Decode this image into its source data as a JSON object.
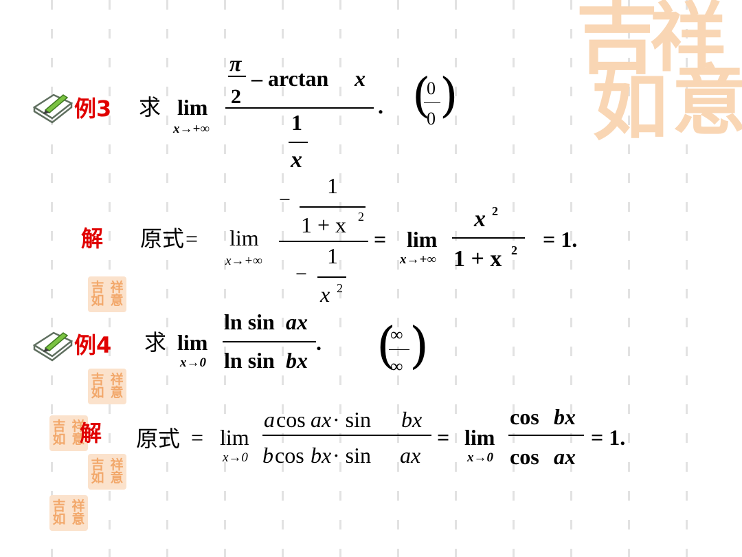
{
  "watermark": {
    "chars": [
      "吉",
      "祥",
      "如",
      "意"
    ]
  },
  "seal": {
    "chars": [
      "吉",
      "祥",
      "如",
      "意"
    ]
  },
  "ex3": {
    "label": "例3",
    "qiu": "求",
    "lim": "lim",
    "sub": "x→+∞",
    "num_pi": "π",
    "num_2": "2",
    "num_rest": "– arctan ",
    "num_x": "x",
    "den_1": "1",
    "den_x": "x",
    "period": ".",
    "type_num": "0",
    "type_den": "0"
  },
  "sol3": {
    "label": "解",
    "yuanshi": "原式",
    "eq": "=",
    "lim": "lim",
    "sub": "x→+∞",
    "minus": "−",
    "inner_num1": "1",
    "inner_den1": "1 + x",
    "sq": "2",
    "inner_num2": "1",
    "inner_den2": "x",
    "eq2": "=",
    "lim2": "lim",
    "sub2": "x→+∞",
    "frac_num": "x",
    "frac_den": "1 + x",
    "result": "= 1."
  },
  "ex4": {
    "label": "例4",
    "qiu": "求",
    "lim": "lim",
    "sub": "x→0",
    "num_a": "ln sin ",
    "num_b": "ax",
    "den_a": "ln sin ",
    "den_b": "bx",
    "period": ".",
    "type_num": "∞",
    "type_den": "∞"
  },
  "sol4": {
    "label": "解",
    "yuanshi": "原式",
    "eq": "=",
    "lim": "lim",
    "sub": "x→0",
    "num_a": "a",
    "num_b": "cos",
    "num_c": "ax",
    "num_d": " · sin",
    "num_e": "bx",
    "den_a": "b",
    "den_b": "cos",
    "den_c": "bx",
    "den_d": " · sin",
    "den_e": "ax",
    "eq2": "=",
    "lim2": "lim",
    "sub2": "x→0",
    "frac_num_a": "cos ",
    "frac_num_b": "bx",
    "frac_den_a": "cos ",
    "frac_den_b": "ax",
    "result": "= 1."
  }
}
